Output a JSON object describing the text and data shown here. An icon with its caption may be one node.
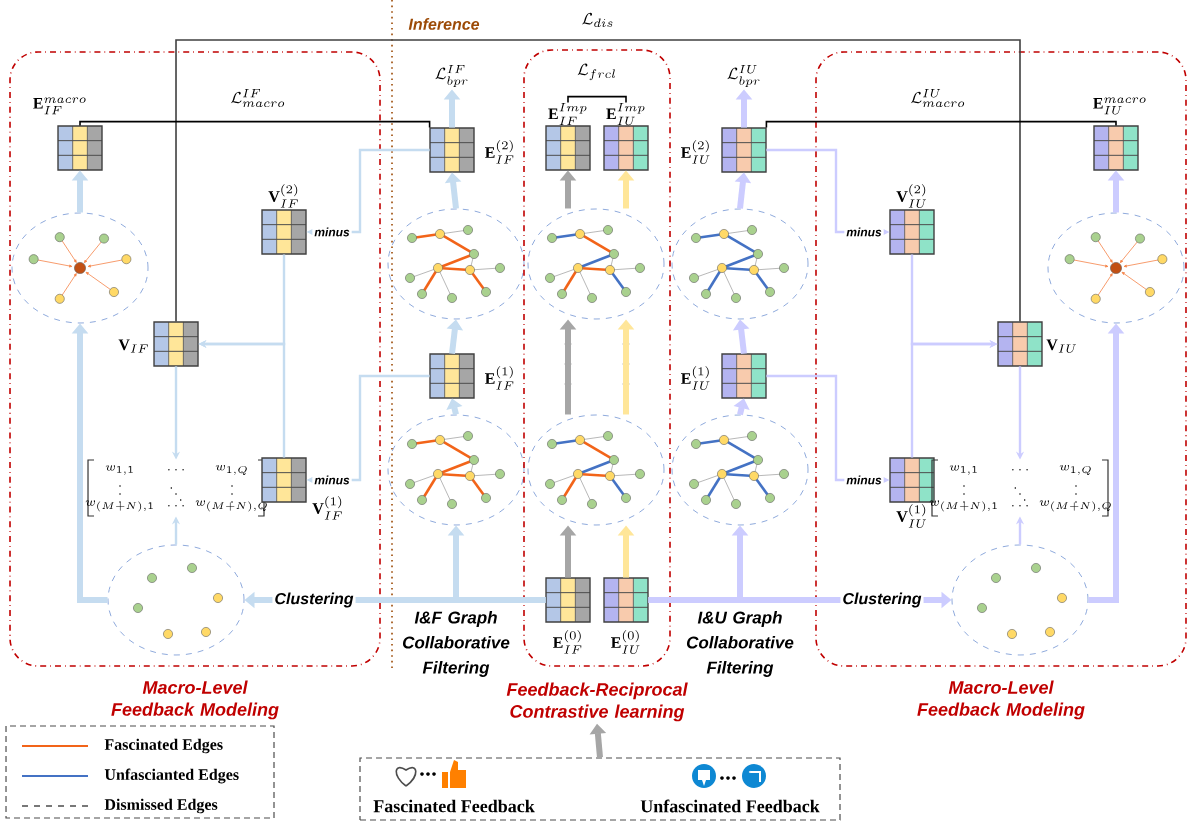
{
  "diagram": {
    "nodes": [
      {
        "text": [
          "Macro-Level Feedback Modeling"
        ]
      },
      {
        "text": [],
        "shape": "grid",
        "in": 0,
        "beside": [
          "\\mathbf{E}_{IF}^{macro}"
        ]
      },
      {
        "text": [],
        "shape": "ellipse",
        "in": 0
      },
      {
        "text": [],
        "shape": "grid",
        "in": 0,
        "beside": [
          "\\mathbf{V}_{IF}^{(2)}"
        ]
      },
      {
        "text": [],
        "shape": "grid",
        "in": 0,
        "beside": [
          "\\mathbf{V}_{IF}"
        ]
      },
      {
        "text": [
          "w_{1,1}",
          "\\cdots",
          "w_{1,Q}",
          "\\vdots",
          "\\ddots",
          "\\vdots",
          "w_{(M+N),1}",
          "\\cdots",
          "w_{(M+N),Q}"
        ],
        "in": 0
      },
      {
        "text": [],
        "shape": "grid",
        "in": 0,
        "beside": [
          "\\mathbf{V}_{IF}^{(1)}"
        ]
      },
      {
        "text": [],
        "shape": "ellipse",
        "in": 0
      },
      {
        "text": [
          "\\mathcal{L}_{bpr}^{IF}"
        ]
      },
      {
        "text": [],
        "shape": "grid",
        "beside": [
          "\\mathbf{E}_{IF}^{(2)}"
        ]
      },
      {
        "text": [],
        "shape": "ellipse"
      },
      {
        "text": [],
        "shape": "grid",
        "beside": [
          "\\mathbf{E}_{IF}^{(1)}"
        ]
      },
      {
        "text": [],
        "shape": "ellipse"
      },
      {
        "text": [
          "Feedback-Reciprocal Contrastive learning"
        ]
      },
      {
        "text": [],
        "shape": "grid",
        "in": 13,
        "beside": [
          "\\mathbf{E}_{IF}^{Imp}"
        ]
      },
      {
        "text": [],
        "shape": "grid",
        "in": 13,
        "beside": [
          "\\mathbf{E}_{IU}^{Imp}"
        ]
      },
      {
        "text": [],
        "shape": "ellipse",
        "in": 13
      },
      {
        "text": [],
        "shape": "ellipse",
        "in": 13
      },
      {
        "text": [],
        "shape": "grid",
        "in": 13,
        "beside": [
          "\\mathbf{E}_{IF}^{(0)}"
        ]
      },
      {
        "text": [],
        "shape": "grid",
        "in": 13,
        "beside": [
          "\\mathbf{E}_{IU}^{(0)}"
        ]
      },
      {
        "text": [
          "\\mathcal{L}_{bpr}^{IU}"
        ]
      },
      {
        "text": [],
        "shape": "grid",
        "beside": [
          "\\mathbf{E}_{IU}^{(2)}"
        ]
      },
      {
        "text": [],
        "shape": "ellipse"
      },
      {
        "text": [],
        "shape": "grid",
        "beside": [
          "\\mathbf{E}_{IU}^{(1)}"
        ]
      },
      {
        "text": [],
        "shape": "ellipse"
      },
      {
        "text": [
          "Macro-Level Feedback Modeling"
        ]
      },
      {
        "text": [],
        "shape": "grid",
        "in": 25,
        "beside": [
          "\\mathbf{V}_{IU}^{(2)}"
        ]
      },
      {
        "text": [],
        "shape": "grid",
        "in": 25,
        "beside": [
          "\\mathbf{E}_{IU}^{macro}"
        ]
      },
      {
        "text": [],
        "shape": "ellipse",
        "in": 25
      },
      {
        "text": [],
        "shape": "grid",
        "in": 25,
        "beside": [
          "\\mathbf{V}_{IU}"
        ]
      },
      {
        "text": [],
        "shape": "grid",
        "in": 25,
        "beside": [
          "\\mathbf{V}_{IU}^{(1)}"
        ]
      },
      {
        "text": [
          "w_{1,1}",
          "\\cdots",
          "w_{1,Q}",
          "\\vdots",
          "\\ddots",
          "\\vdots",
          "w_{(M+N),1}",
          "\\cdots",
          "w_{(M+N),Q}"
        ],
        "in": 25
      },
      {
        "text": [],
        "shape": "ellipse",
        "in": 25
      },
      {
        "text": [
          "Fascinated Feedback",
          "Unfascinated Feedback"
        ]
      }
    ],
    "edges": [
      {
        "from": 7,
        "to": 5,
        "arrow": "to"
      },
      {
        "from": 4,
        "to": 5,
        "arrow": "to"
      },
      {
        "from": 3,
        "to": 4,
        "arrow": "to"
      },
      {
        "from": 6,
        "to": 4,
        "arrow": "to"
      },
      {
        "from": 9,
        "to": 3,
        "arrow": "to",
        "label": "minus"
      },
      {
        "from": 11,
        "to": 6,
        "arrow": "to",
        "label": "minus"
      },
      {
        "from": 18,
        "to": 7,
        "arrow": "to",
        "label": "Clustering"
      },
      {
        "from": 7,
        "to": 2,
        "arrow": "to"
      },
      {
        "from": 2,
        "to": 1,
        "arrow": "to"
      },
      {
        "from": 18,
        "to": 12,
        "arrow": "to"
      },
      {
        "from": 12,
        "to": 11,
        "arrow": "to"
      },
      {
        "from": 11,
        "to": 10,
        "arrow": "to"
      },
      {
        "from": 10,
        "to": 9,
        "arrow": "to"
      },
      {
        "from": 9,
        "to": 8,
        "arrow": "to"
      },
      {
        "from": 18,
        "to": 17,
        "arrow": "to",
        "color": "#a6a6a6"
      },
      {
        "from": 19,
        "to": 17,
        "arrow": "to",
        "color": "#ffe699"
      },
      {
        "from": 17,
        "to": 16,
        "arrow": "to",
        "color": "#a6a6a6"
      },
      {
        "from": 17,
        "to": 16,
        "arrow": "to",
        "color": "#ffe699"
      },
      {
        "from": 16,
        "to": 14,
        "arrow": "to",
        "color": "#a6a6a6"
      },
      {
        "from": 16,
        "to": 15,
        "arrow": "to",
        "color": "#ffe699"
      },
      {
        "from": 19,
        "to": 24,
        "arrow": "to",
        "color": "#ccccff"
      },
      {
        "from": 24,
        "to": 23,
        "arrow": "to",
        "color": "#ccccff"
      },
      {
        "from": 23,
        "to": 22,
        "arrow": "to",
        "color": "#ccccff"
      },
      {
        "from": 22,
        "to": 21,
        "arrow": "to",
        "color": "#ccccff"
      },
      {
        "from": 21,
        "to": 20,
        "arrow": "to",
        "color": "#ccccff"
      },
      {
        "from": 21,
        "to": 26,
        "arrow": "to",
        "label": "minus",
        "color": "#ccccff"
      },
      {
        "from": 23,
        "to": 30,
        "arrow": "to",
        "label": "minus",
        "color": "#ccccff"
      },
      {
        "from": 26,
        "to": 29,
        "arrow": "to",
        "color": "#ccccff"
      },
      {
        "from": 30,
        "to": 29,
        "arrow": "to",
        "color": "#ccccff"
      },
      {
        "from": 29,
        "to": 31,
        "arrow": "to",
        "color": "#ccccff"
      },
      {
        "from": 32,
        "to": 31,
        "arrow": "to",
        "color": "#ccccff"
      },
      {
        "from": 19,
        "to": 32,
        "arrow": "to",
        "label": "Clustering",
        "color": "#ccccff"
      },
      {
        "from": 32,
        "to": 28,
        "arrow": "to",
        "color": "#ccccff"
      },
      {
        "from": 28,
        "to": 27,
        "arrow": "to",
        "color": "#ccccff"
      },
      {
        "from": 33,
        "to": 13,
        "arrow": "to",
        "color": "#a6a6a6"
      },
      {
        "from": 4,
        "to": 29,
        "arrow": "none",
        "label": "\\mathcal{L}_{dis}",
        "color": "#404040"
      },
      {
        "from": 1,
        "to": 9,
        "arrow": "none",
        "label": "\\mathcal{L}_{macro}^{IF}",
        "color": "#000000"
      },
      {
        "from": 21,
        "to": 27,
        "arrow": "none",
        "label": "\\mathcal{L}_{macro}^{IU}",
        "color": "#000000"
      },
      {
        "from": 14,
        "to": 15,
        "arrow": "none",
        "label": "\\mathcal{L}_{frcl}",
        "color": "#000000"
      }
    ],
    "labels": [
      "Inference",
      "I&F Graph Collaborative Filtering",
      "I&U Graph Collaborative Filtering"
    ],
    "legend": [
      {
        "text": "Fascinated Edges"
      },
      {
        "text": "Unfascianted Edges"
      },
      {
        "text": "Dismissed Edges"
      }
    ]
  }
}
